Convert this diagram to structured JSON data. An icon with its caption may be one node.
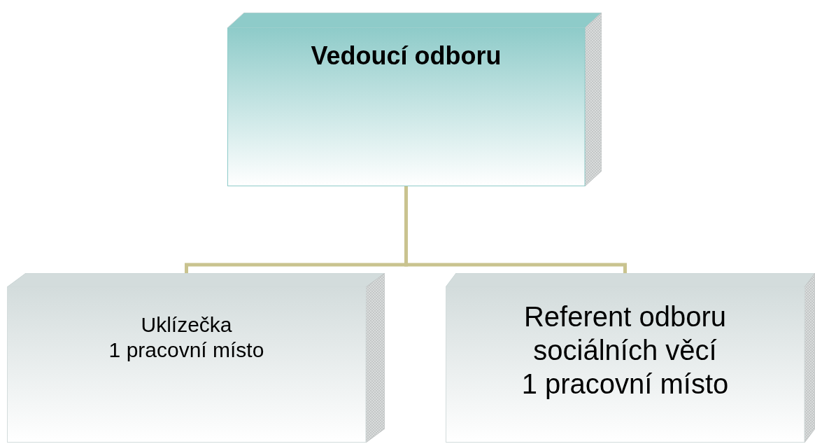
{
  "diagram": {
    "nodes": [
      {
        "text": [
          "Vedoucí odboru"
        ]
      },
      {
        "text": [
          "Uklízečka",
          "1 pracovní místo"
        ]
      },
      {
        "text": [
          "Referent odboru sociálních věcí",
          "1 pracovní místo"
        ]
      }
    ],
    "edges": [
      {
        "from": 0,
        "to": 1,
        "arrow": "none"
      },
      {
        "from": 0,
        "to": 2,
        "arrow": "none"
      }
    ]
  }
}
